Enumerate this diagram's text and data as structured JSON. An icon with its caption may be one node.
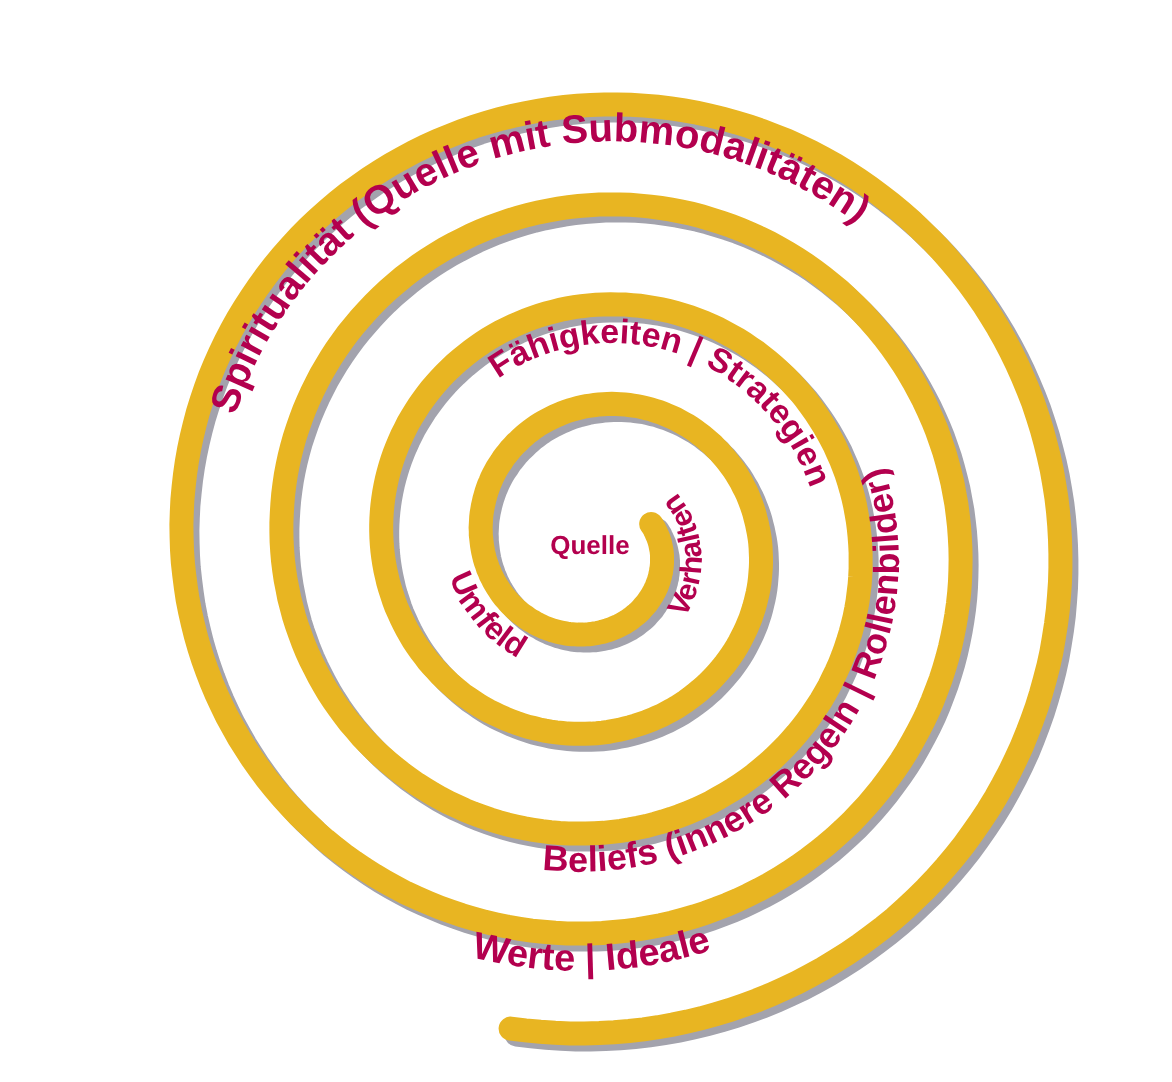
{
  "diagram": {
    "labels": [
      "Spiritualität (Quelle mit Submodalitäten)",
      "Fähigkeiten | Strategien",
      "Quelle",
      "Verhalten",
      "Umfeld",
      "Beliefs (innere Regeln | Rollenbilder)",
      "Werte | Ideale"
    ]
  }
}
